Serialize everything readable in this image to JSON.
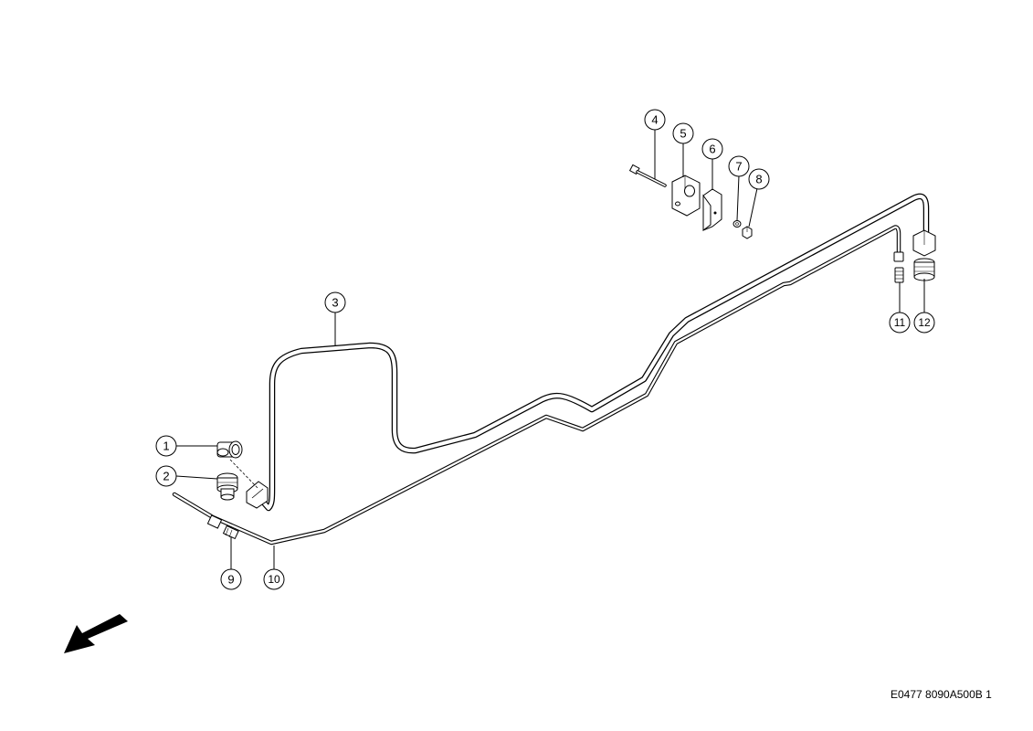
{
  "callouts": [
    "1",
    "2",
    "3",
    "4",
    "5",
    "6",
    "7",
    "8",
    "9",
    "10",
    "11",
    "12"
  ],
  "reference_code": "E0477 8090A500B 1",
  "direction_indicator": "arrow-icon"
}
